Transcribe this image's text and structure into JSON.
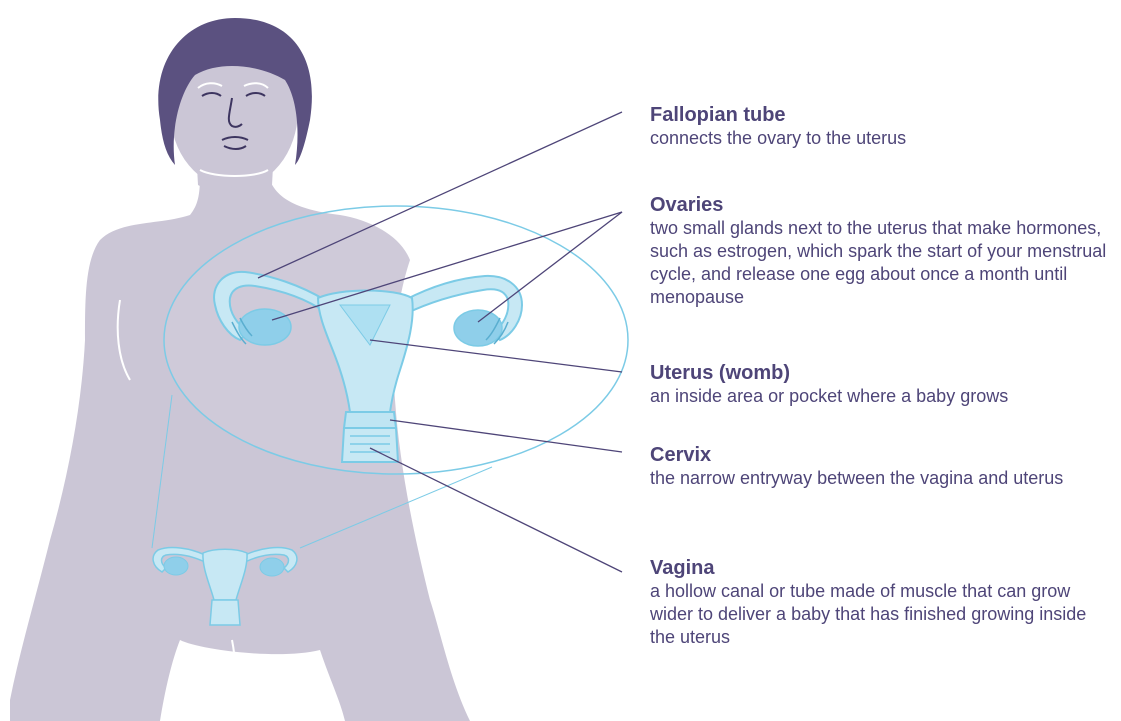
{
  "labels": [
    {
      "id": "fallopian-tube",
      "title": "Fallopian tube",
      "description": "connects the ovary to the uterus"
    },
    {
      "id": "ovaries",
      "title": "Ovaries",
      "description": "two small glands next to the uterus that make hormones, such as estrogen, which spark the start of your menstrual cycle, and release one egg about once a month until menopause"
    },
    {
      "id": "uterus",
      "title": "Uterus (womb)",
      "description": "an inside area or pocket where a baby grows"
    },
    {
      "id": "cervix",
      "title": "Cervix",
      "description": "the narrow entryway between the vagina and uterus"
    },
    {
      "id": "vagina",
      "title": "Vagina",
      "description": "a hollow canal or tube made of muscle that can grow wider to deliver a baby that has finished growing inside the uterus"
    }
  ],
  "colors": {
    "body": "#cbc6d6",
    "hair": "#5b5180",
    "outline": "#ffffff",
    "organ_fill": "#c7e8f4",
    "organ_stroke": "#7ccbe6",
    "ovary": "#8fcfea",
    "leader_line": "#4e4578",
    "text": "#4e4578"
  }
}
